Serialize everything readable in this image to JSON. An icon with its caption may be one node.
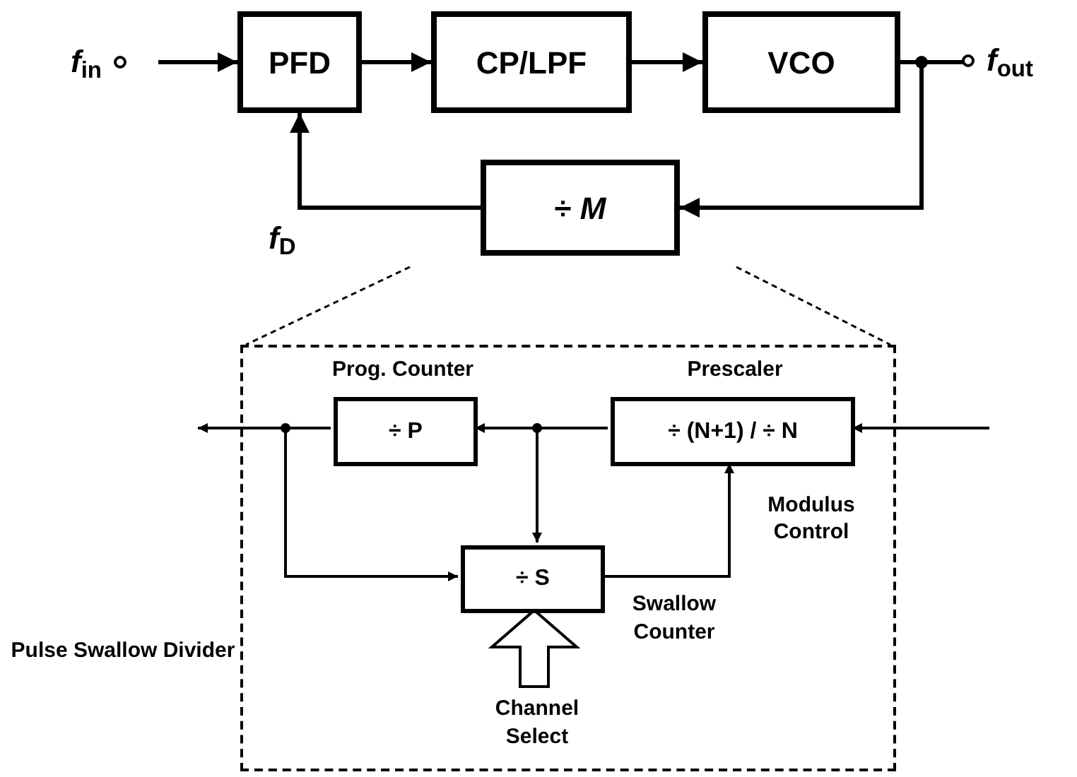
{
  "diagram": {
    "nodes": [
      {
        "text": [
          "*f*$_{in}$"
        ]
      },
      {
        "text": [
          "PFD"
        ]
      },
      {
        "text": [
          "CP/LPF"
        ]
      },
      {
        "text": [
          "VCO"
        ]
      },
      {
        "text": [
          "*f*$_{out}$"
        ]
      },
      {
        "text": [
          "÷ *M*"
        ]
      },
      {
        "text": [
          "Pulse Swallow Divider"
        ]
      },
      {
        "text": [
          "÷ P"
        ],
        "in": 6,
        "beside": [
          "Prog. Counter"
        ]
      },
      {
        "text": [
          "÷ (N+1) / ÷ N"
        ],
        "in": 6,
        "beside": [
          "Prescaler"
        ]
      },
      {
        "text": [
          "÷ S"
        ],
        "in": 6,
        "beside": [
          "Swallow Counter"
        ]
      },
      {
        "text": [
          "Channel Select"
        ],
        "in": 6
      }
    ],
    "edges": [
      {
        "from": 0,
        "to": 1,
        "arrow": "to"
      },
      {
        "from": 1,
        "to": 2,
        "arrow": "to"
      },
      {
        "from": 2,
        "to": 3,
        "arrow": "to"
      },
      {
        "from": 3,
        "to": 4,
        "arrow": "none"
      },
      {
        "from": 3,
        "to": 5,
        "arrow": "to"
      },
      {
        "from": 5,
        "to": 1,
        "arrow": "to"
      },
      {
        "from": null,
        "to": 8,
        "arrow": "to"
      },
      {
        "from": 8,
        "to": 7,
        "arrow": "to"
      },
      {
        "from": 7,
        "to": null,
        "arrow": "to"
      },
      {
        "from": 8,
        "to": 9,
        "arrow": "to"
      },
      {
        "from": 7,
        "to": 9,
        "arrow": "to"
      },
      {
        "from": 9,
        "to": 8,
        "arrow": "to",
        "label": "Modulus Control"
      },
      {
        "from": 10,
        "to": 9,
        "arrow": "to",
        "style": "thick"
      }
    ],
    "labels": [
      "*f*$_{D}$"
    ]
  }
}
